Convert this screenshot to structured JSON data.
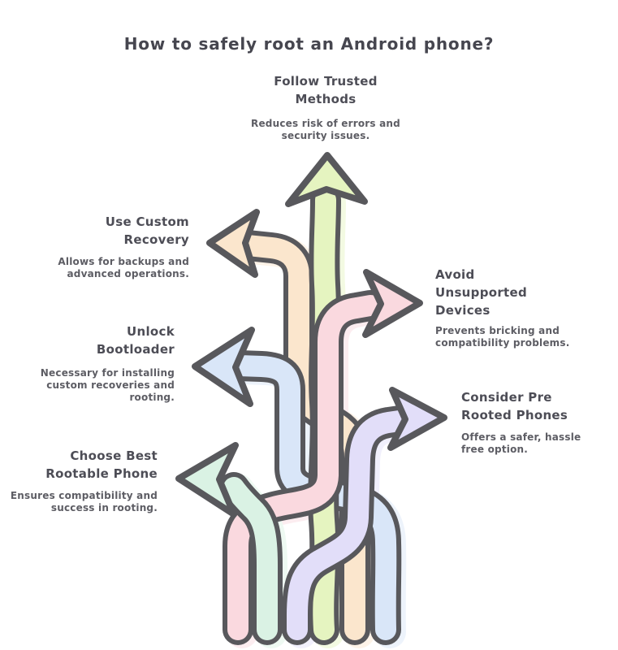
{
  "title": "How to safely root an Android phone?",
  "diagram": {
    "background": "#ffffff",
    "outline_color": "#58585c",
    "heading_color": "#4d4d56",
    "description_color": "#5d5d64",
    "nodes": [
      {
        "id": "follow-trusted-methods",
        "heading": "Follow Trusted Methods",
        "description": "Reduces risk of errors and security issues.",
        "color": "#e5f4c0",
        "arrow_direction": "up"
      },
      {
        "id": "use-custom-recovery",
        "heading": "Use Custom Recovery",
        "description": "Allows for backups and advanced operations.",
        "color": "#fbe6cd",
        "arrow_direction": "left"
      },
      {
        "id": "avoid-unsupported-devices",
        "heading": "Avoid Unsupported Devices",
        "description": "Prevents bricking and compatibility problems.",
        "color": "#fad9df",
        "arrow_direction": "right"
      },
      {
        "id": "unlock-bootloader",
        "heading": "Unlock Bootloader",
        "description": "Necessary for installing custom recoveries and rooting.",
        "color": "#d9e6f8",
        "arrow_direction": "left"
      },
      {
        "id": "consider-pre-rooted-phones",
        "heading": "Consider Pre Rooted Phones",
        "description": "Offers a safer, hassle free option.",
        "color": "#e2def9",
        "arrow_direction": "right"
      },
      {
        "id": "choose-best-rootable-phone",
        "heading": "Choose Best Rootable Phone",
        "description": "Ensures compatibility and success in rooting.",
        "color": "#daf2e4",
        "arrow_direction": "left"
      }
    ]
  }
}
